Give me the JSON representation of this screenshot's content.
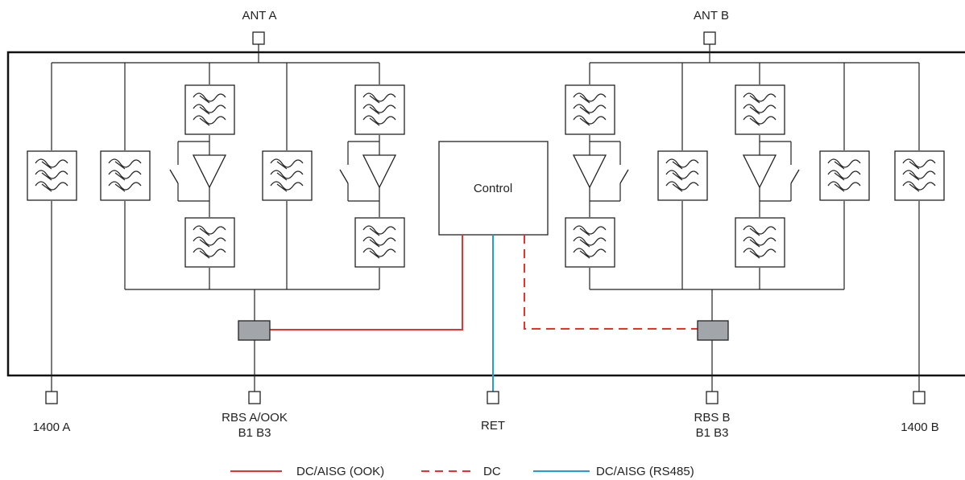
{
  "ports": {
    "ant_a": "ANT A",
    "ant_b": "ANT B",
    "out_1400a": "1400 A",
    "rbs_a_line1": "RBS A/OOK",
    "rbs_a_line2": "B1 B3",
    "ret": "RET",
    "rbs_b_line1": "RBS B",
    "rbs_b_line2": "B1 B3",
    "out_1400b": "1400 B"
  },
  "control_label": "Control",
  "legend": [
    {
      "label": "DC/AISG (OOK)",
      "color": "#e8332c",
      "style": "solid"
    },
    {
      "label": "DC",
      "color": "#e8332c",
      "style": "dashed"
    },
    {
      "label": "DC/AISG (RS485)",
      "color": "#1e9fd6",
      "style": "solid"
    }
  ],
  "colors": {
    "ook_line": "#e8332c",
    "dc_line": "#e8332c",
    "rs485_line": "#1e9fd6",
    "combiner_fill": "#a2a5aa"
  }
}
